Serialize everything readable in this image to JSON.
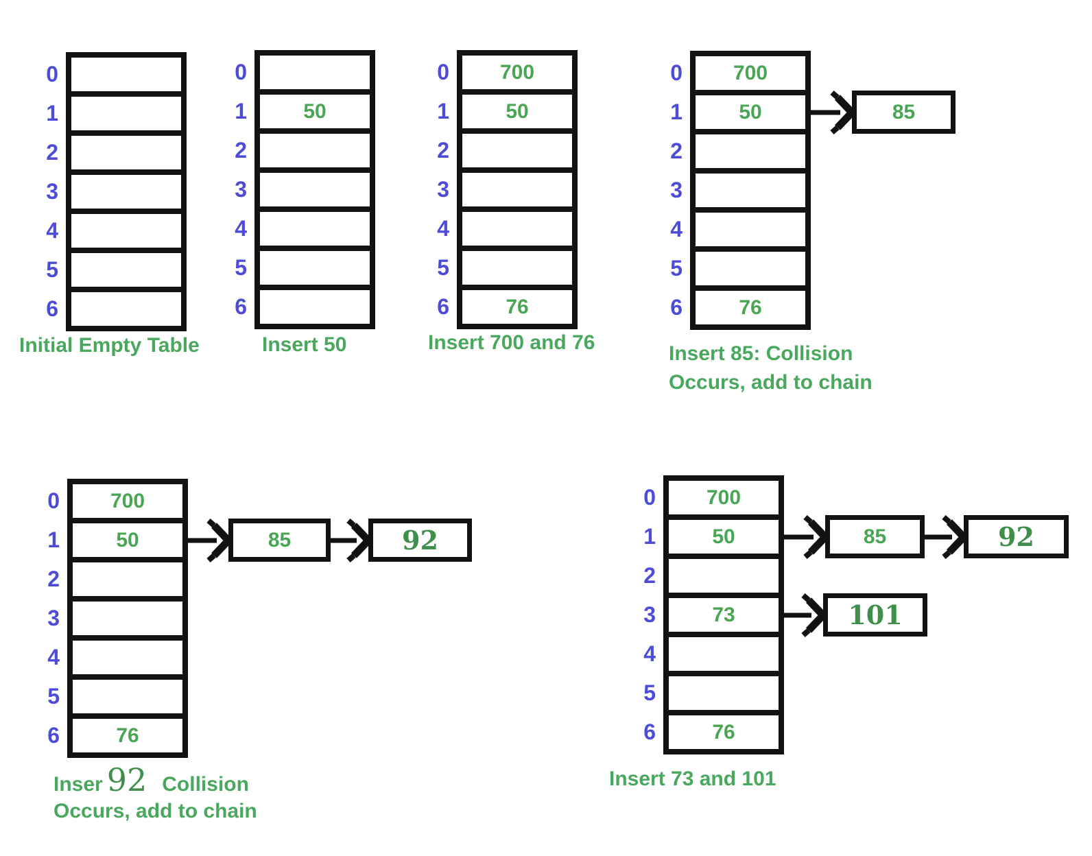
{
  "palette": {
    "index_blue": "#4c4cd9",
    "value_green": "#4aa555",
    "value_alt_green": "#3f8f4b",
    "caption_green": "#49a75e",
    "line_black": "#121212",
    "background": "#ffffff"
  },
  "indices": [
    "0",
    "1",
    "2",
    "3",
    "4",
    "5",
    "6"
  ],
  "diagrams": {
    "initial": {
      "caption": "Initial Empty Table",
      "cells": [
        "",
        "",
        "",
        "",
        "",
        "",
        ""
      ]
    },
    "insert50": {
      "caption": "Insert 50",
      "cells": [
        "",
        "50",
        "",
        "",
        "",
        "",
        ""
      ]
    },
    "insert700_76": {
      "caption": "Insert 700 and 76",
      "cells": [
        "700",
        "50",
        "",
        "",
        "",
        "",
        "76"
      ]
    },
    "insert85": {
      "caption_line1": "Insert 85: Collision",
      "caption_line2": "Occurs, add to chain",
      "cells": [
        "700",
        "50",
        "",
        "",
        "",
        "",
        "76"
      ],
      "chain_row1": [
        "85"
      ]
    },
    "insert92": {
      "caption_word1": "Inser",
      "caption_bignum": "92",
      "caption_word2": "Collision",
      "caption_line2": "Occurs, add to chain",
      "cells": [
        "700",
        "50",
        "",
        "",
        "",
        "",
        "76"
      ],
      "chain_row1": [
        "85",
        "92"
      ]
    },
    "insert73_101": {
      "caption": "Insert 73 and 101",
      "cells": [
        "700",
        "50",
        "",
        "73",
        "",
        "",
        "76"
      ],
      "chain_row1": [
        "85",
        "92"
      ],
      "chain_row3": [
        "101"
      ]
    }
  }
}
